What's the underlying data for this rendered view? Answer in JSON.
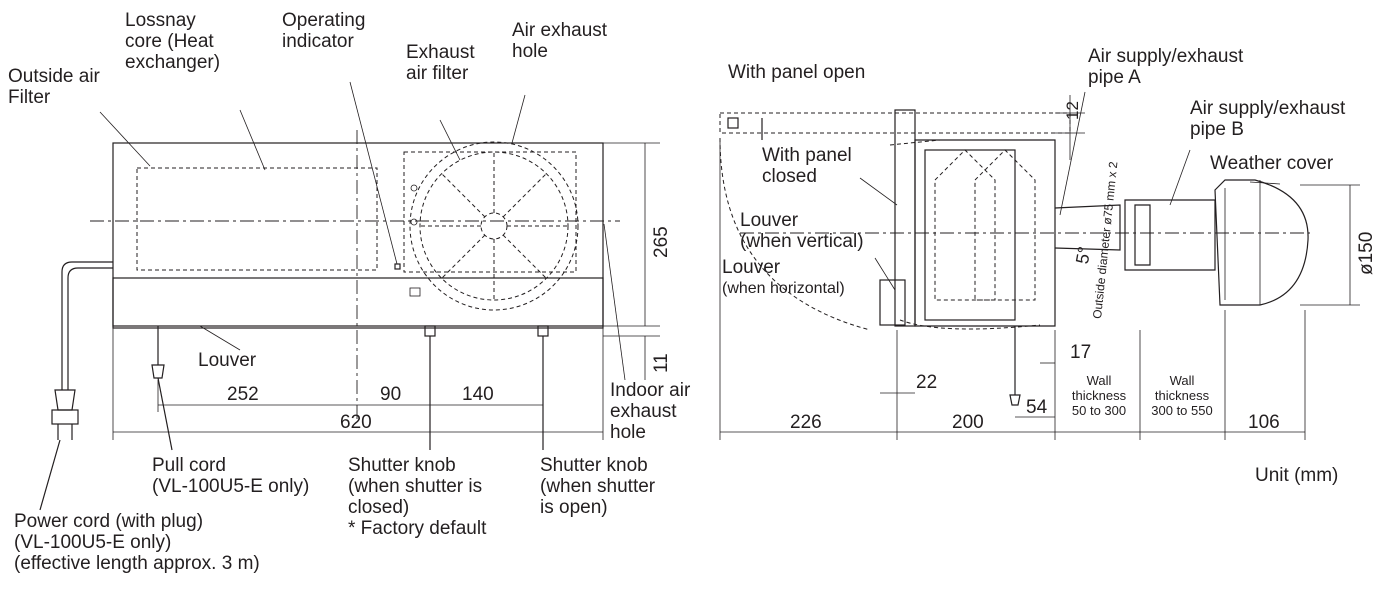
{
  "labels": {
    "lossnay_core": "Lossnay\ncore (Heat\nexchanger)",
    "operating_indicator": "Operating\nindicator",
    "exhaust_air_filter": "Exhaust\nair filter",
    "air_exhaust_hole": "Air exhaust\nhole",
    "outside_air_filter": "Outside air\nFilter",
    "louver": "Louver",
    "indoor_air_exhaust_hole": "Indoor air\nexhaust\nhole",
    "pull_cord": "Pull cord\n(VL-100U5-E only)",
    "shutter_knob_closed": "Shutter knob\n(when shutter is\nclosed)\n* Factory default",
    "shutter_knob_open": "Shutter knob\n(when shutter\nis open)",
    "power_cord": "Power cord (with plug)\n(VL-100U5-E only)\n(effective length approx. 3 m)",
    "with_panel_open": "With panel open",
    "with_panel_closed": "With panel\nclosed",
    "louver_vertical": "Louver\n(when vertical)",
    "louver_horizontal_title": "Louver",
    "louver_horizontal_sub": "(when horizontal)",
    "pipe_a": "Air supply/exhaust\npipe A",
    "pipe_b": "Air supply/exhaust\npipe B",
    "weather_cover": "Weather cover",
    "outside_diameter": "Outside diameter ø75 mm x 2",
    "wall_thickness_1": "Wall\nthickness\n50 to 300",
    "wall_thickness_2": "Wall\nthickness\n300 to 550",
    "unit": "Unit (mm)"
  },
  "dimensions": {
    "d265": "265",
    "d11": "11",
    "d252": "252",
    "d90": "90",
    "d140": "140",
    "d620": "620",
    "d12": "12",
    "d150": "ø150",
    "d5deg": "5°",
    "d17": "17",
    "d22": "22",
    "d54": "54",
    "d226": "226",
    "d200": "200",
    "d106": "106"
  }
}
